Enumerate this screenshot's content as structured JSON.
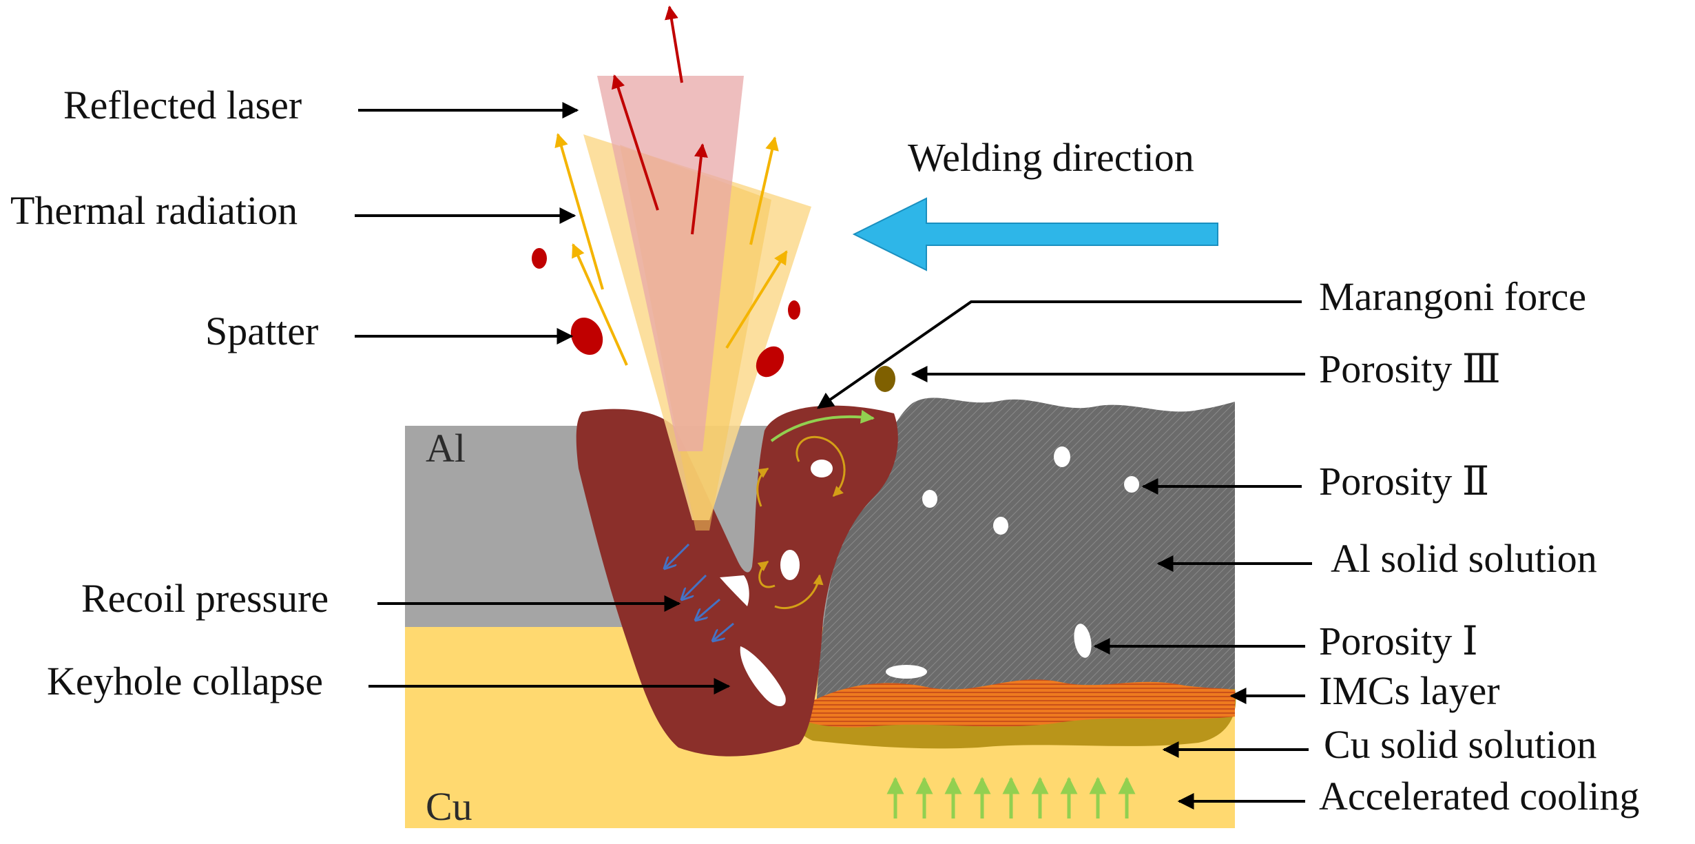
{
  "materials": {
    "top": "Al",
    "bottom": "Cu"
  },
  "direction_label": "Welding direction",
  "left_labels": [
    "Reflected laser",
    "Thermal radiation",
    "Spatter",
    "Recoil pressure",
    "Keyhole collapse"
  ],
  "right_labels": [
    "Marangoni force",
    "Porosity Ⅲ",
    "Porosity Ⅱ",
    "Al solid solution",
    "Porosity Ⅰ",
    "IMCs layer",
    "Cu solid solution",
    "Accelerated cooling"
  ],
  "colors": {
    "al_plate": "#a5a5a5",
    "cu_plate": "#ffd970",
    "melt_pool": "#8b2f2a",
    "weld_seam": "#6b6b6b",
    "imc_layer": "#ee7a1f",
    "cu_solid_solution": "#b9951a",
    "laser_beam": "#fbd98d",
    "reflected_beam": "#e8a8a8",
    "spatter": "#c00000",
    "thermal_arrow": "#f4b400",
    "reflect_arrow": "#c00000",
    "welding_arrow": "#2eb6e8",
    "cooling_arrow": "#92d050",
    "recoil_arrow": "#4472c4",
    "marangoni_arrow": "#92d050",
    "flow_arrow": "#d4a017",
    "pore": "#ffffff",
    "porosity_iii": "#7f6000"
  }
}
